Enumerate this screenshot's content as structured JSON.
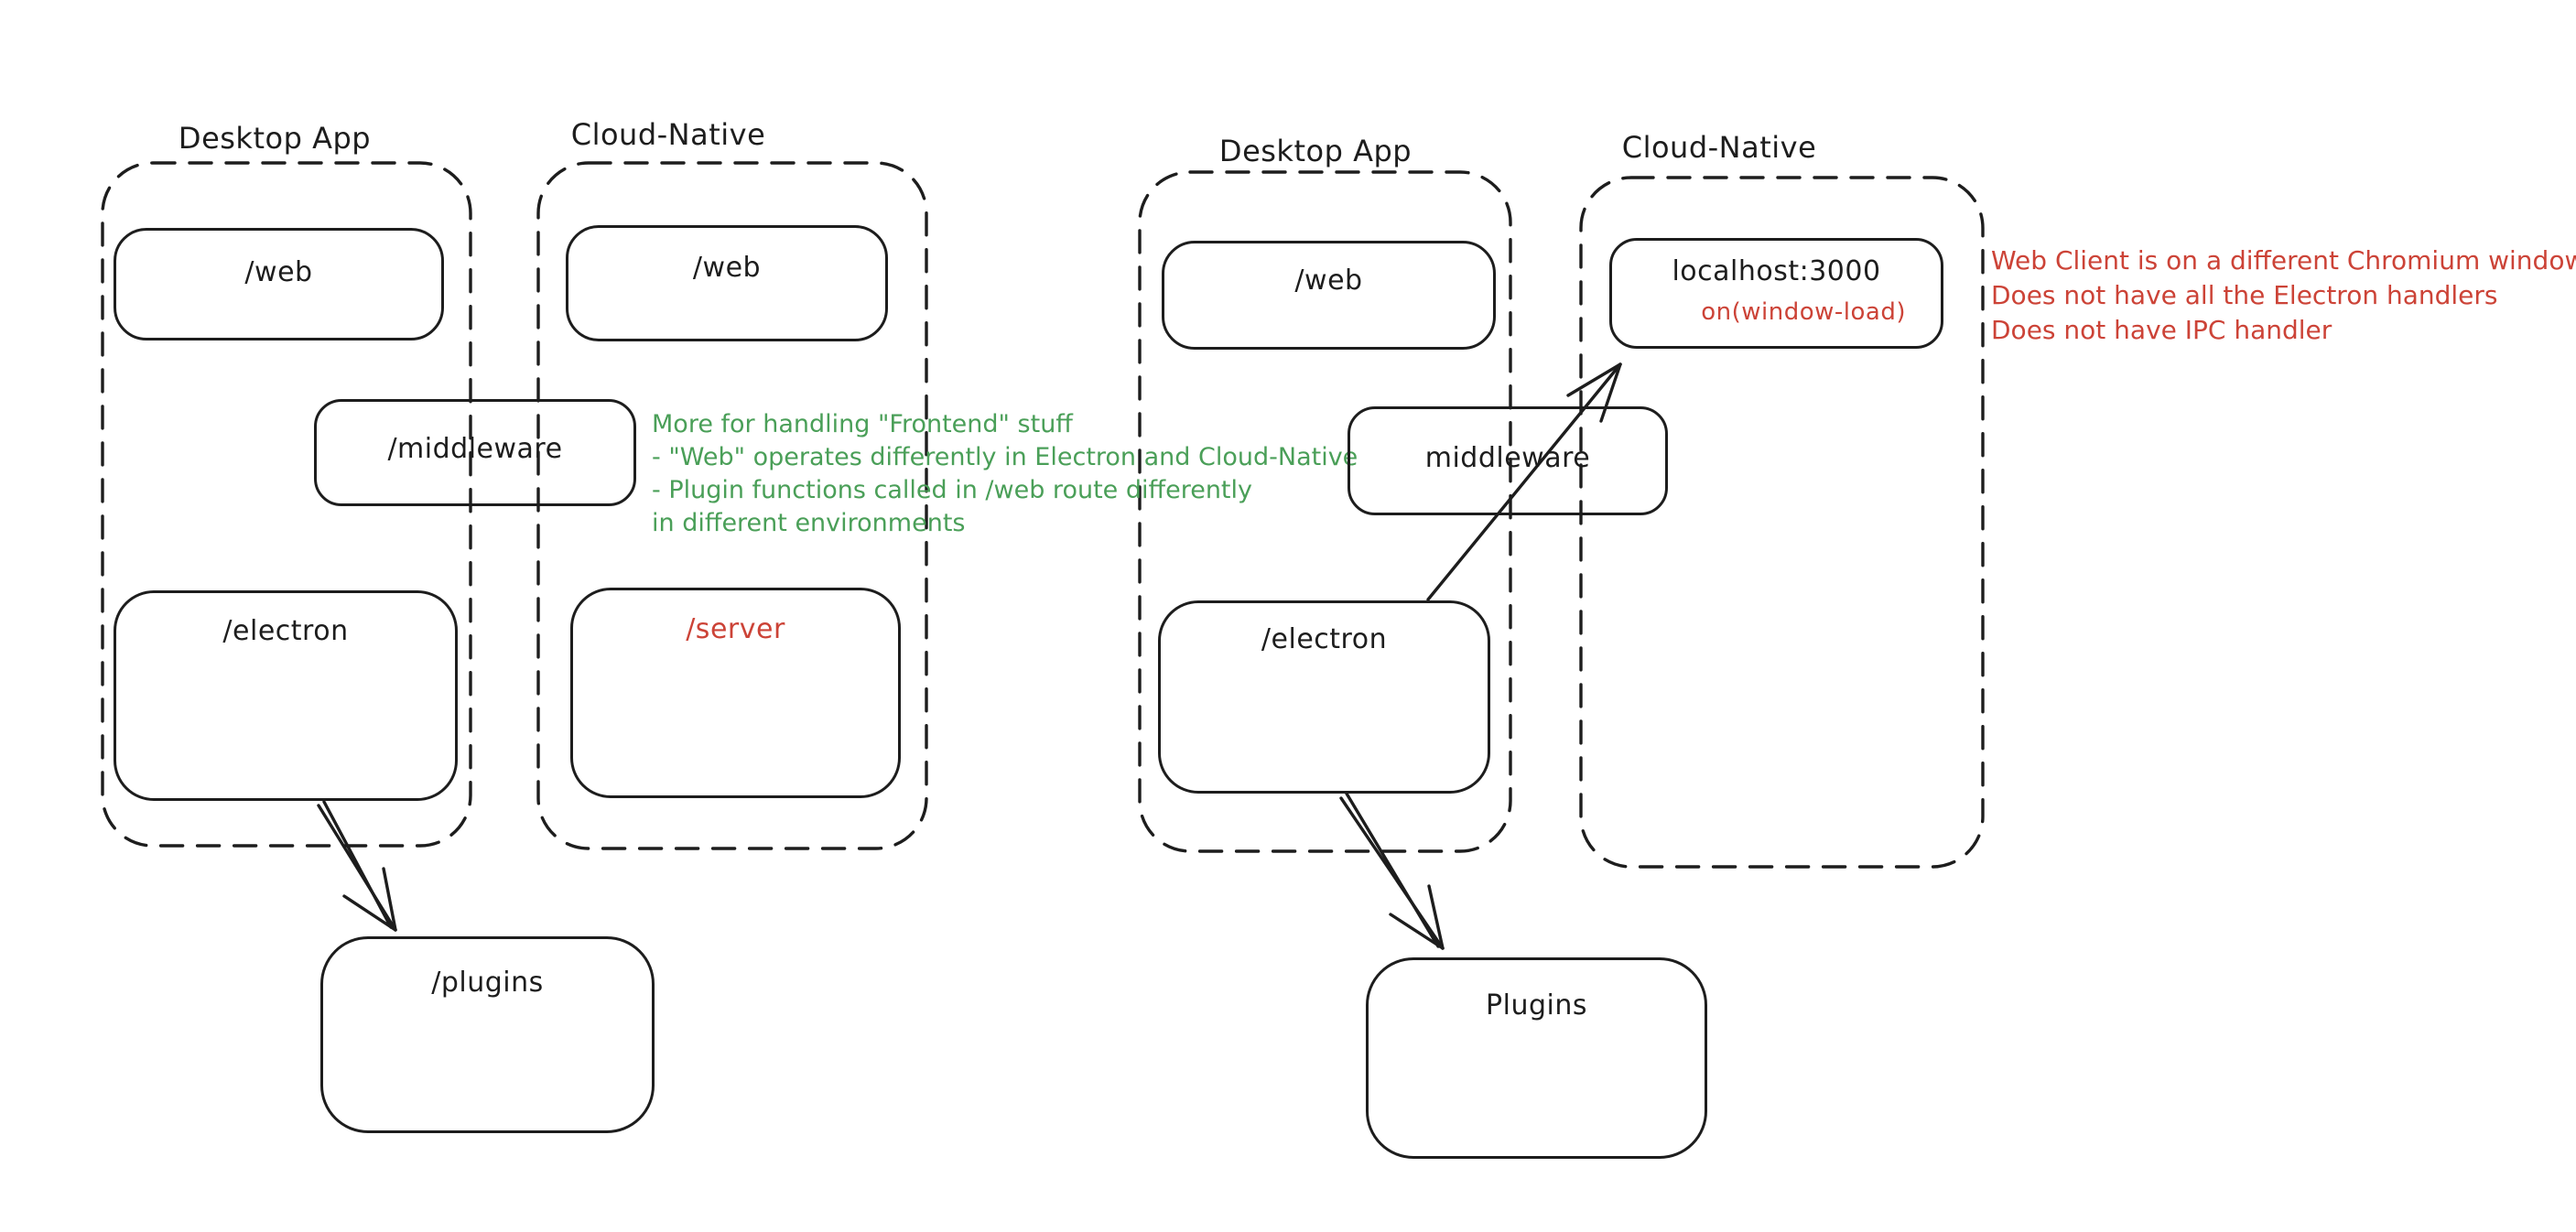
{
  "colors": {
    "ink": "#1d1d1d",
    "green": "#4a9f58",
    "red": "#cc4337",
    "background": "#ffffff"
  },
  "left": {
    "desktop_label": "Desktop App",
    "cloud_label": "Cloud-Native",
    "web_desktop": "/web",
    "web_cloud": "/web",
    "middleware": "/middleware",
    "electron": "/electron",
    "server": "/server",
    "plugins": "/plugins",
    "green_note": [
      "More for handling \"Frontend\" stuff",
      "- \"Web\" operates differently in Electron and Cloud-Native",
      "- Plugin functions called in /web route differently",
      "in different environments"
    ]
  },
  "right": {
    "desktop_label": "Desktop App",
    "cloud_label": "Cloud-Native",
    "web": "/web",
    "middleware": "middleware",
    "electron": "/electron",
    "localhost_title": "localhost:3000",
    "localhost_event": "on(window-load)",
    "plugins": "Plugins",
    "red_note": [
      "Web Client is on a different Chromium window",
      "Does not have all the Electron handlers",
      "Does not have IPC handler"
    ]
  }
}
